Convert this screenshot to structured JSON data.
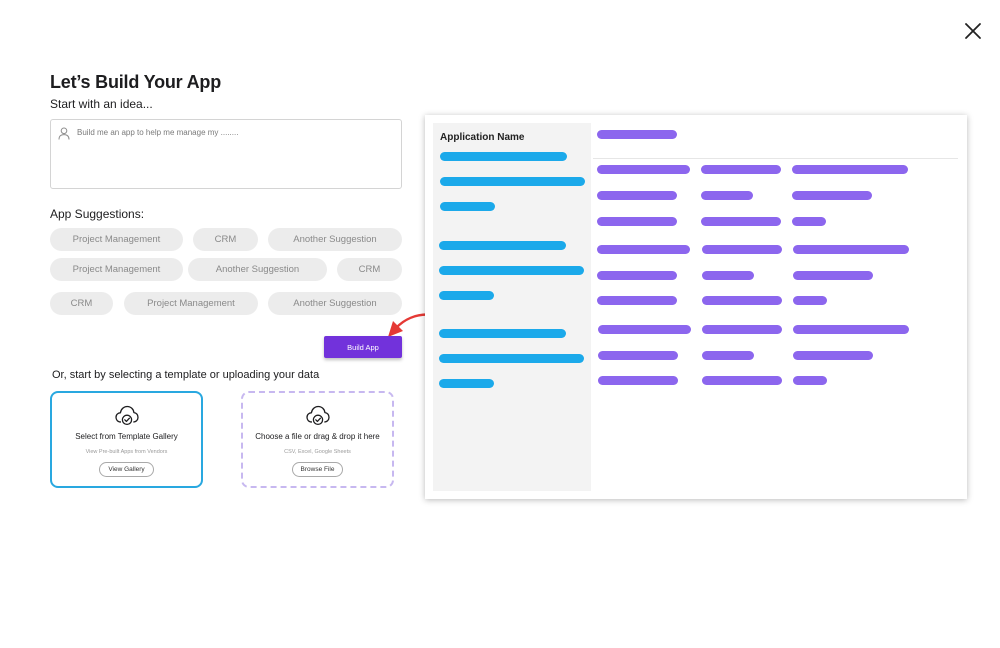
{
  "header": {
    "title": "Let’s Build Your App",
    "subtitle": "Start with an idea..."
  },
  "prompt": {
    "placeholder": "Build me an app to help me manage my ........",
    "value": ""
  },
  "suggestions": {
    "label": "App Suggestions:",
    "rows": [
      [
        "Project Management",
        "CRM",
        "Another Suggestion"
      ],
      [
        "Project Management",
        "Another Suggestion",
        "CRM"
      ],
      [
        "CRM",
        "Project Management",
        "Another Suggestion"
      ]
    ]
  },
  "build_button": {
    "label": "Build App"
  },
  "templates": {
    "label": "Or, start by selecting a template or uploading your data",
    "gallery": {
      "title": "Select from Template Gallery",
      "subtitle": "View Pre-built Apps from Vendors",
      "button": "View Gallery"
    },
    "upload": {
      "title": "Choose a file or drag & drop it here",
      "subtitle": "CSV, Excel, Google Sheets",
      "button": "Browse File"
    }
  },
  "preview": {
    "sidebar_title": "Application Name"
  },
  "icons": {
    "close": "close-icon",
    "user": "user-icon",
    "cloud": "cloud-check-icon",
    "arrow": "curved-arrow-icon"
  },
  "colors": {
    "accent_purple": "#7232db",
    "placeholder_purple": "#8c66ee",
    "placeholder_blue": "#1ba9ea",
    "gallery_border": "#29a8e0",
    "upload_border": "#c7b8f0",
    "chip_bg": "#ececec",
    "arrow_red": "#e53935"
  }
}
